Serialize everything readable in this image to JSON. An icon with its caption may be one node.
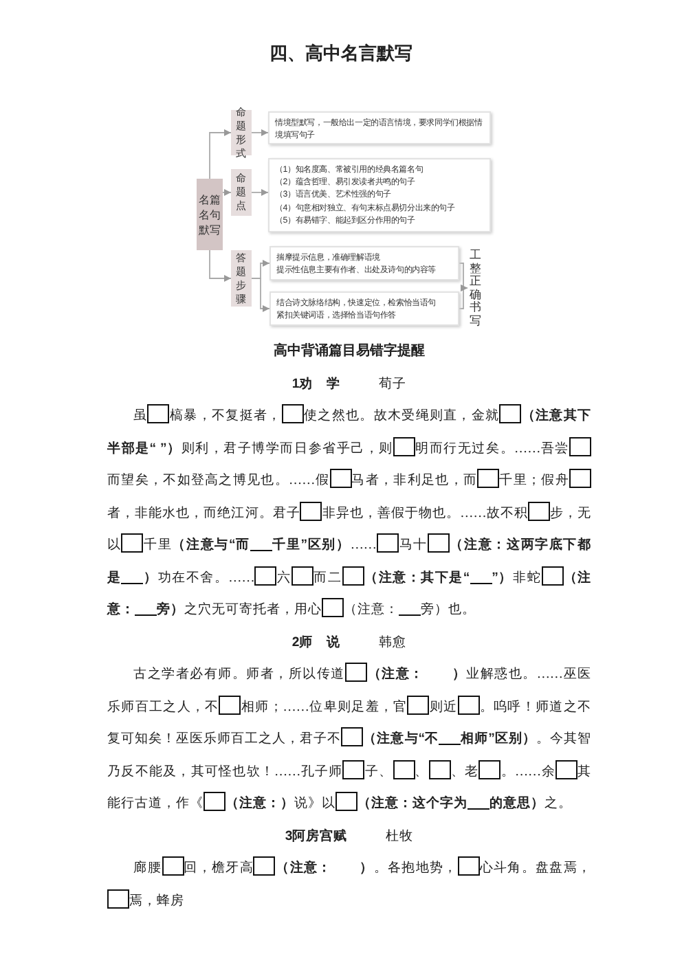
{
  "diagram": {
    "title": "四、高中名言默写",
    "nodes": [
      {
        "text": [
          "名篇名句默写"
        ]
      },
      {
        "text": [
          "命题形式"
        ]
      },
      {
        "text": [
          "情境型默写，一般给出一定的语言情境，要求同学们根据情境填写句子"
        ]
      },
      {
        "text": [
          "命题点"
        ]
      },
      {
        "text": [
          "（1）知名度高、常被引用的经典名篇名句",
          "（2）蕴含哲理、易引发读者共鸣的句子",
          "（3）语言优美、艺术性强的句子",
          "（4）句意相对独立、有句末标点易切分出来的句子",
          "（5）有易错字、能起到区分作用的句子"
        ]
      },
      {
        "text": [
          "答题步骤"
        ]
      },
      {
        "text": [
          "揣摩提示信息，准确理解语境",
          "提示性信息主要有作者、出处及诗句的内容等"
        ]
      },
      {
        "text": [
          "结合诗文脉络结构，快速定位，检索恰当语句",
          "紧扣关键词语，选择恰当语句作答"
        ]
      },
      {
        "text": [
          "工整正确书写"
        ]
      }
    ],
    "edges": [
      {
        "from": 0,
        "to": 1,
        "arrow": "to"
      },
      {
        "from": 0,
        "to": 3,
        "arrow": "to"
      },
      {
        "from": 0,
        "to": 5,
        "arrow": "to"
      },
      {
        "from": 1,
        "to": 2,
        "arrow": "to"
      },
      {
        "from": 3,
        "to": 4,
        "arrow": "to"
      },
      {
        "from": 5,
        "to": 6,
        "arrow": "to"
      },
      {
        "from": 5,
        "to": 7,
        "arrow": "to"
      },
      {
        "from": 6,
        "to": 8,
        "arrow": "to"
      },
      {
        "from": 7,
        "to": 8,
        "arrow": "to"
      }
    ],
    "labels": [
      "高中背诵篇目易错字提醒",
      "1劝　学",
      "荀子",
      "虽",
      "槁暴，不复挺者，",
      "使之然也。故木受绳则直，金就",
      "（注意其下半部是“ ”）",
      "则利，君子博学而日参省乎己，则",
      "明而行无过矣。……吾尝",
      "而望矣，不如登高之博见也。……假",
      "马者，非利足也，而",
      "千里；假舟",
      "者，非能水也，而绝江河。君子",
      "非异也，善假于物也。……故不积",
      "步，无以",
      "千里",
      "（注意与“而",
      "千里”区别）",
      "……",
      "马十",
      "（注意：这两字底下都是",
      "）",
      "功在不舍。……",
      "六",
      "而二",
      "（注意：其下是“",
      "”）",
      "非蛇",
      "（注意：",
      "旁）",
      "之穴无可寄托者，用心",
      "（注意：",
      "旁）也。",
      "2师　说",
      "韩愈",
      "古之学者必有师。师者，所以传道",
      "（注意：　　）",
      "业解惑也。……巫医乐师百工之人，不",
      "相师；……位卑则足羞，官",
      "则近",
      "。呜呼！师道之不复可知矣！巫医乐师百工之人，君子不",
      "（注意与“不",
      "相师”区别）",
      "。今其智乃反不能及，其可怪也欤！……孔子师",
      "子、",
      "、",
      "、老",
      "。……余",
      "其能行古道，作《",
      "（注意：）",
      "说》以",
      "（注意：这个字为",
      "的意思）",
      "之。",
      "3阿房宫赋",
      "杜牧",
      "廊腰",
      "回，檐牙高",
      "（注意：　　）",
      "。各抱地势，",
      "心斗角。盘盘焉，",
      "焉，蜂房"
    ]
  }
}
